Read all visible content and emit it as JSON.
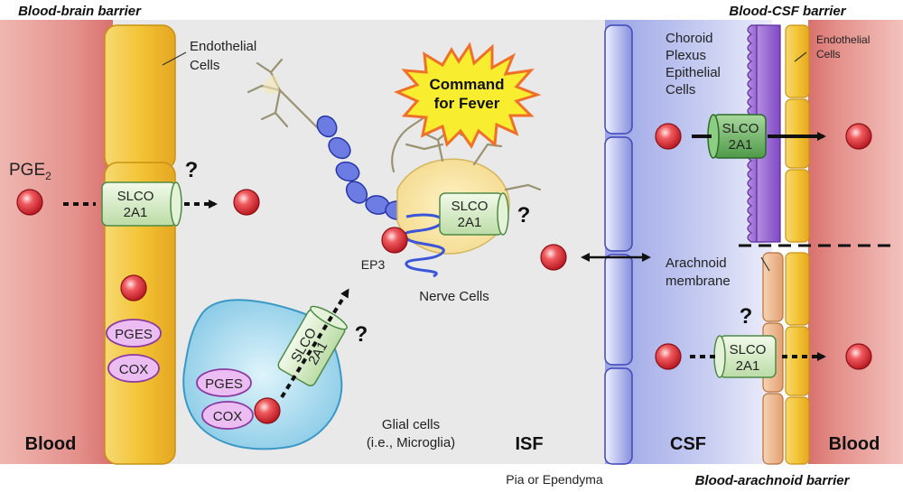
{
  "headings": {
    "bbb": "Blood-brain barrier",
    "bcsf": "Blood-CSF barrier",
    "bab": "Blood-arachnoid barrier"
  },
  "regions": {
    "blood_left": "Blood",
    "blood_right": "Blood",
    "isf": "ISF",
    "csf": "CSF",
    "pia": "Pia or Ependyma"
  },
  "labels": {
    "endothelial_left": [
      "Endothelial",
      "Cells"
    ],
    "endothelial_right": [
      "Endothelial",
      "Cells"
    ],
    "choroid": [
      "Choroid",
      "Plexus",
      "Epithelial",
      "Cells"
    ],
    "arachnoid": [
      "Arachnoid",
      "membrane"
    ],
    "nerve": "Nerve Cells",
    "glial": [
      "Glial cells",
      "(i.e., Microglia)"
    ],
    "ep3": "EP3",
    "pge2_main": "PGE",
    "pge2_sub": "2",
    "fever": [
      "Command",
      "for Fever"
    ]
  },
  "transporter": [
    "SLCO",
    "2A1"
  ],
  "enzymes": {
    "pges": "PGES",
    "cox": "COX"
  },
  "unknown_mark": "?",
  "colors": {
    "blood": "#e9a5a0",
    "endothelial": "#f1c93e",
    "choroid": "#9b6cd1",
    "arachnoid": "#e6a978",
    "pia": "#7b86d8",
    "glial": "#a8dbee",
    "pge": "#d62530",
    "slco": "#cfe7bd",
    "slco_dark": "#5fa35a",
    "enzyme": "#e9b6ef",
    "burst": "#f7ec2c"
  }
}
